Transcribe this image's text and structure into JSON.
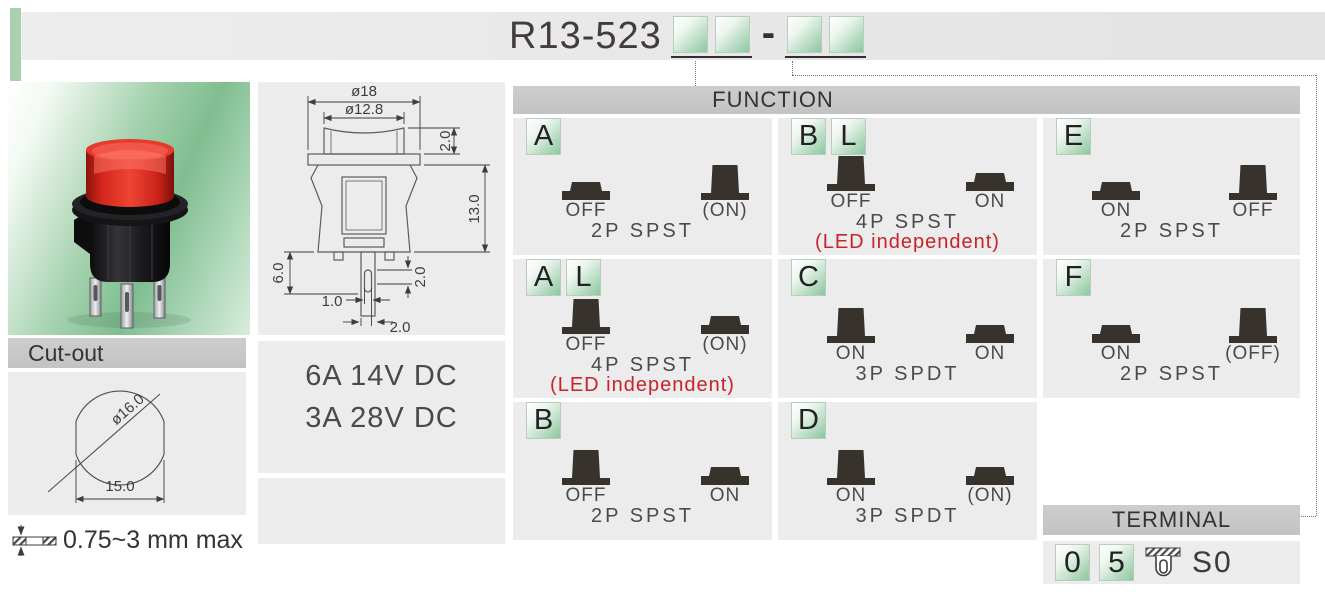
{
  "header": {
    "model": "R13-523",
    "separator": "-"
  },
  "function_table": {
    "title": "FUNCTION",
    "cells": [
      {
        "badges": [
          "A"
        ],
        "left": {
          "state": "down",
          "label": "OFF"
        },
        "right": {
          "state": "up",
          "label": "(ON)"
        },
        "type": "2P SPST",
        "note": ""
      },
      {
        "badges": [
          "B",
          "L"
        ],
        "left": {
          "state": "up",
          "label": "OFF"
        },
        "right": {
          "state": "down",
          "label": "ON"
        },
        "type": "4P SPST",
        "note": "(LED independent)"
      },
      {
        "badges": [
          "E"
        ],
        "left": {
          "state": "down",
          "label": "ON"
        },
        "right": {
          "state": "up",
          "label": "OFF"
        },
        "type": "2P SPST",
        "note": ""
      },
      {
        "badges": [
          "A",
          "L"
        ],
        "left": {
          "state": "up",
          "label": "OFF"
        },
        "right": {
          "state": "down",
          "label": "(ON)"
        },
        "type": "4P SPST",
        "note": "(LED independent)"
      },
      {
        "badges": [
          "C"
        ],
        "left": {
          "state": "up",
          "label": "ON"
        },
        "right": {
          "state": "down",
          "label": "ON"
        },
        "type": "3P SPDT",
        "note": ""
      },
      {
        "badges": [
          "F"
        ],
        "left": {
          "state": "down",
          "label": "ON"
        },
        "right": {
          "state": "up",
          "label": "(OFF)"
        },
        "type": "2P SPST",
        "note": ""
      },
      {
        "badges": [
          "B"
        ],
        "left": {
          "state": "up",
          "label": "OFF"
        },
        "right": {
          "state": "down",
          "label": "ON"
        },
        "type": "2P SPST",
        "note": ""
      },
      {
        "badges": [
          "D"
        ],
        "left": {
          "state": "up",
          "label": "ON"
        },
        "right": {
          "state": "down",
          "label": "(ON)"
        },
        "type": "3P SPDT",
        "note": ""
      }
    ]
  },
  "terminal": {
    "title": "TERMINAL",
    "codes": [
      "0",
      "5"
    ],
    "suffix": "S0"
  },
  "ratings": {
    "line1": "6A 14V DC",
    "line2": "3A 28V DC"
  },
  "cutout": {
    "title": "Cut-out",
    "diameter_label": "ø16.0",
    "width_label": "15.0",
    "panel_thickness_label": "0.75~3 mm max"
  },
  "drawing_dims": {
    "outer_diameter": "ø18",
    "button_diameter": "ø12.8",
    "cap_height": "2.0",
    "body_depth": "13.0",
    "terminal_length": "6.0",
    "hole_width": "1.0",
    "pin_width": "2.0",
    "pin_offset": "2.0"
  },
  "colors": {
    "accent_green": "#8fc89e",
    "bar_gray": "#c5c6c5",
    "panel_gray": "#ececec",
    "note_red": "#c8232a",
    "glyph_dark": "#38322d",
    "ink": "#3d3d3d"
  }
}
